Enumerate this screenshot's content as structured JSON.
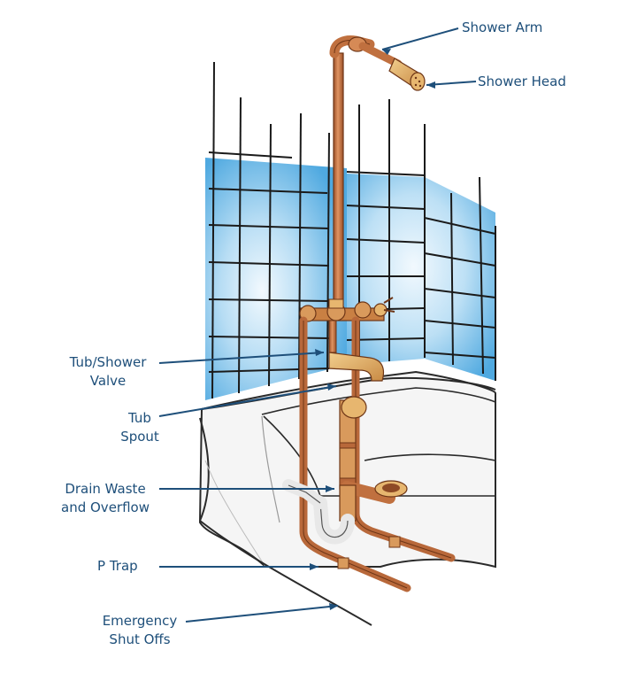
{
  "labels": {
    "shower_arm": "Shower Arm",
    "shower_head": "Shower Head",
    "tub_shower_valve_line1": "Tub/Shower",
    "tub_shower_valve_line2": "Valve",
    "tub_spout_line1": "Tub",
    "tub_spout_line2": "Spout",
    "drain_line1": "Drain Waste",
    "drain_line2": "and Overflow",
    "p_trap": "P Trap",
    "shutoffs_line1": "Emergency",
    "shutoffs_line2": "Shut Offs"
  },
  "colors": {
    "label_text": "#1e4f7a",
    "leader_line": "#1e4f7a",
    "tile_blue": "#5fb3e6",
    "tile_light": "#cfe9f8",
    "copper": "#c97a4a",
    "copper_dark": "#8e4a25",
    "brass": "#e3b06a",
    "tub_white": "#f4f4f4",
    "outline": "#222222"
  }
}
